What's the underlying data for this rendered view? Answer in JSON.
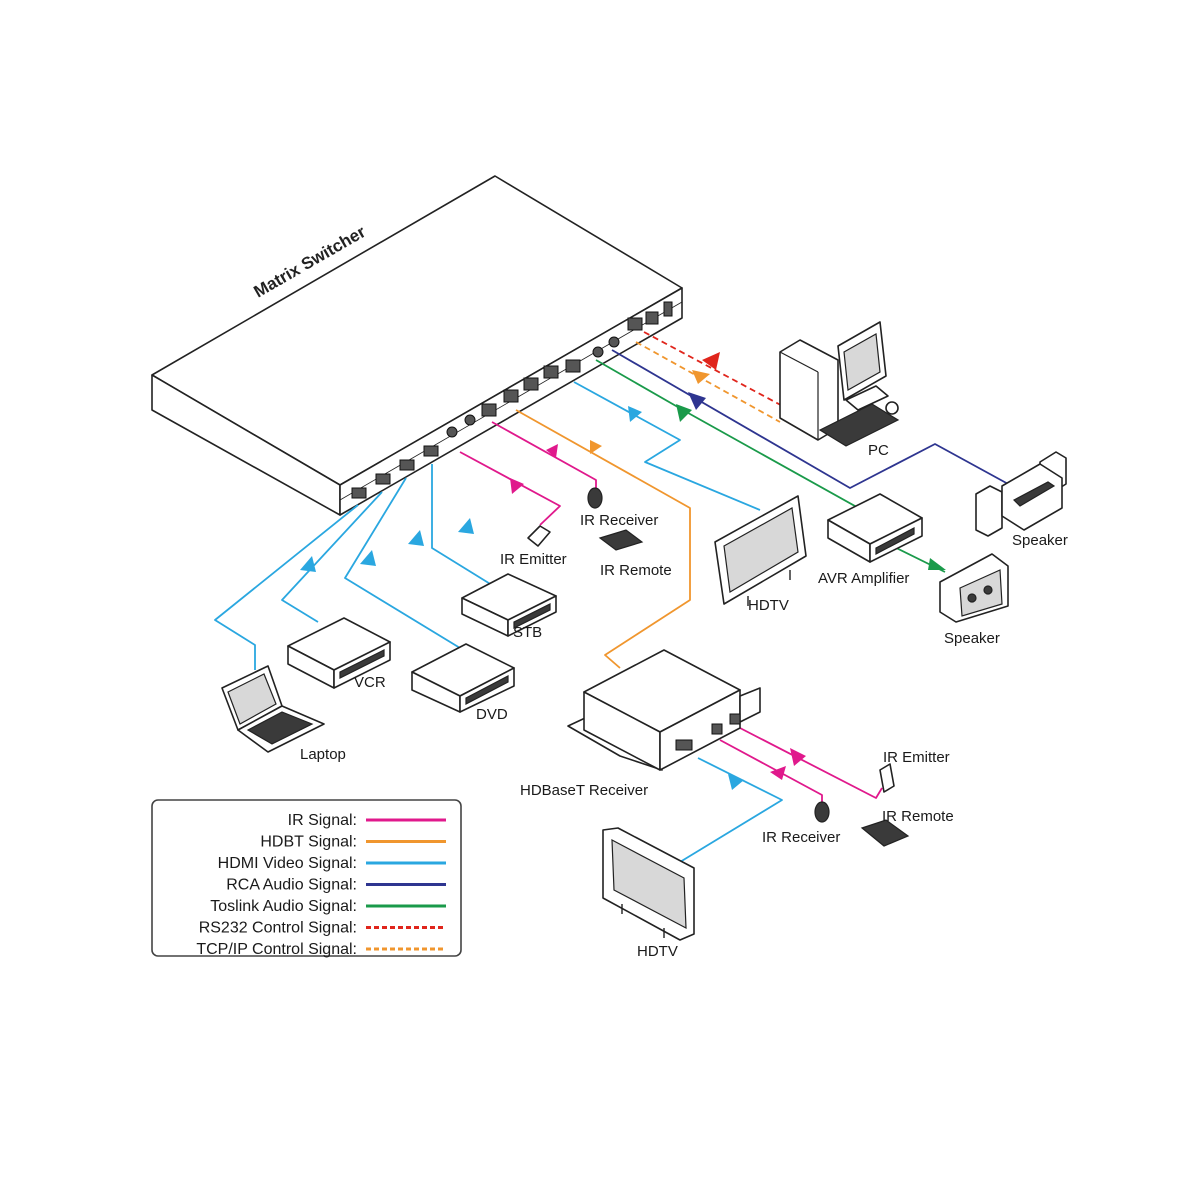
{
  "diagram": {
    "device_title": "Matrix Switcher",
    "labels": {
      "pc": "PC",
      "speaker_top": "Speaker",
      "speaker_bottom": "Speaker",
      "avr_amplifier": "AVR  Amplifier",
      "hdtv_main": "HDTV",
      "hdtv_receiver": "HDTV",
      "ir_receiver_main": "IR Receiver",
      "ir_emitter_main": "IR Emitter",
      "ir_remote_main": "IR Remote",
      "stb": "STB",
      "vcr": "VCR",
      "dvd": "DVD",
      "laptop": "Laptop",
      "hdbaset_receiver": "HDBaseT Receiver",
      "ir_emitter_receiver": "IR Emitter",
      "ir_remote_receiver": "IR Remote",
      "ir_receiver_receiver": "IR Receiver"
    },
    "colors": {
      "ir": "#e0198c",
      "hdbt": "#f0962e",
      "hdmi": "#2aa7e0",
      "rca": "#2e3590",
      "toslink": "#1a9a4a",
      "rs232": "#e0251c",
      "tcpip": "#f0962e"
    }
  },
  "legend": {
    "items": [
      {
        "label": "IR  Signal:",
        "color": "#e0198c",
        "dashed": false
      },
      {
        "label": "HDBT  Signal:",
        "color": "#f0962e",
        "dashed": false
      },
      {
        "label": "HDMI Video Signal:",
        "color": "#2aa7e0",
        "dashed": false
      },
      {
        "label": "RCA Audio Signal:",
        "color": "#2e3590",
        "dashed": false
      },
      {
        "label": "Toslink Audio Signal:",
        "color": "#1a9a4a",
        "dashed": false
      },
      {
        "label": "RS232 Control  Signal:",
        "color": "#e0251c",
        "dashed": true
      },
      {
        "label": "TCP/IP Control  Signal:",
        "color": "#f0962e",
        "dashed": true
      }
    ]
  }
}
